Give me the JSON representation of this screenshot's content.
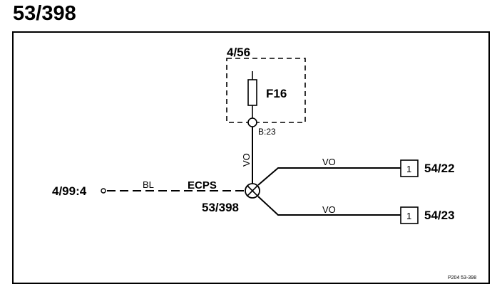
{
  "title": "53/398",
  "component": {
    "ref": "4/56",
    "fuse": "F16",
    "pin": "B:23"
  },
  "splice": {
    "label": "53/398",
    "system": "ECPS"
  },
  "left_connection": {
    "ref": "4/99:4",
    "wire_color": "BL"
  },
  "vertical_wire": {
    "color": "VO"
  },
  "outputs": [
    {
      "wire_color": "VO",
      "pin": "1",
      "ref": "54/22"
    },
    {
      "wire_color": "VO",
      "pin": "1",
      "ref": "54/23"
    }
  ],
  "footer": "P204  53-398"
}
